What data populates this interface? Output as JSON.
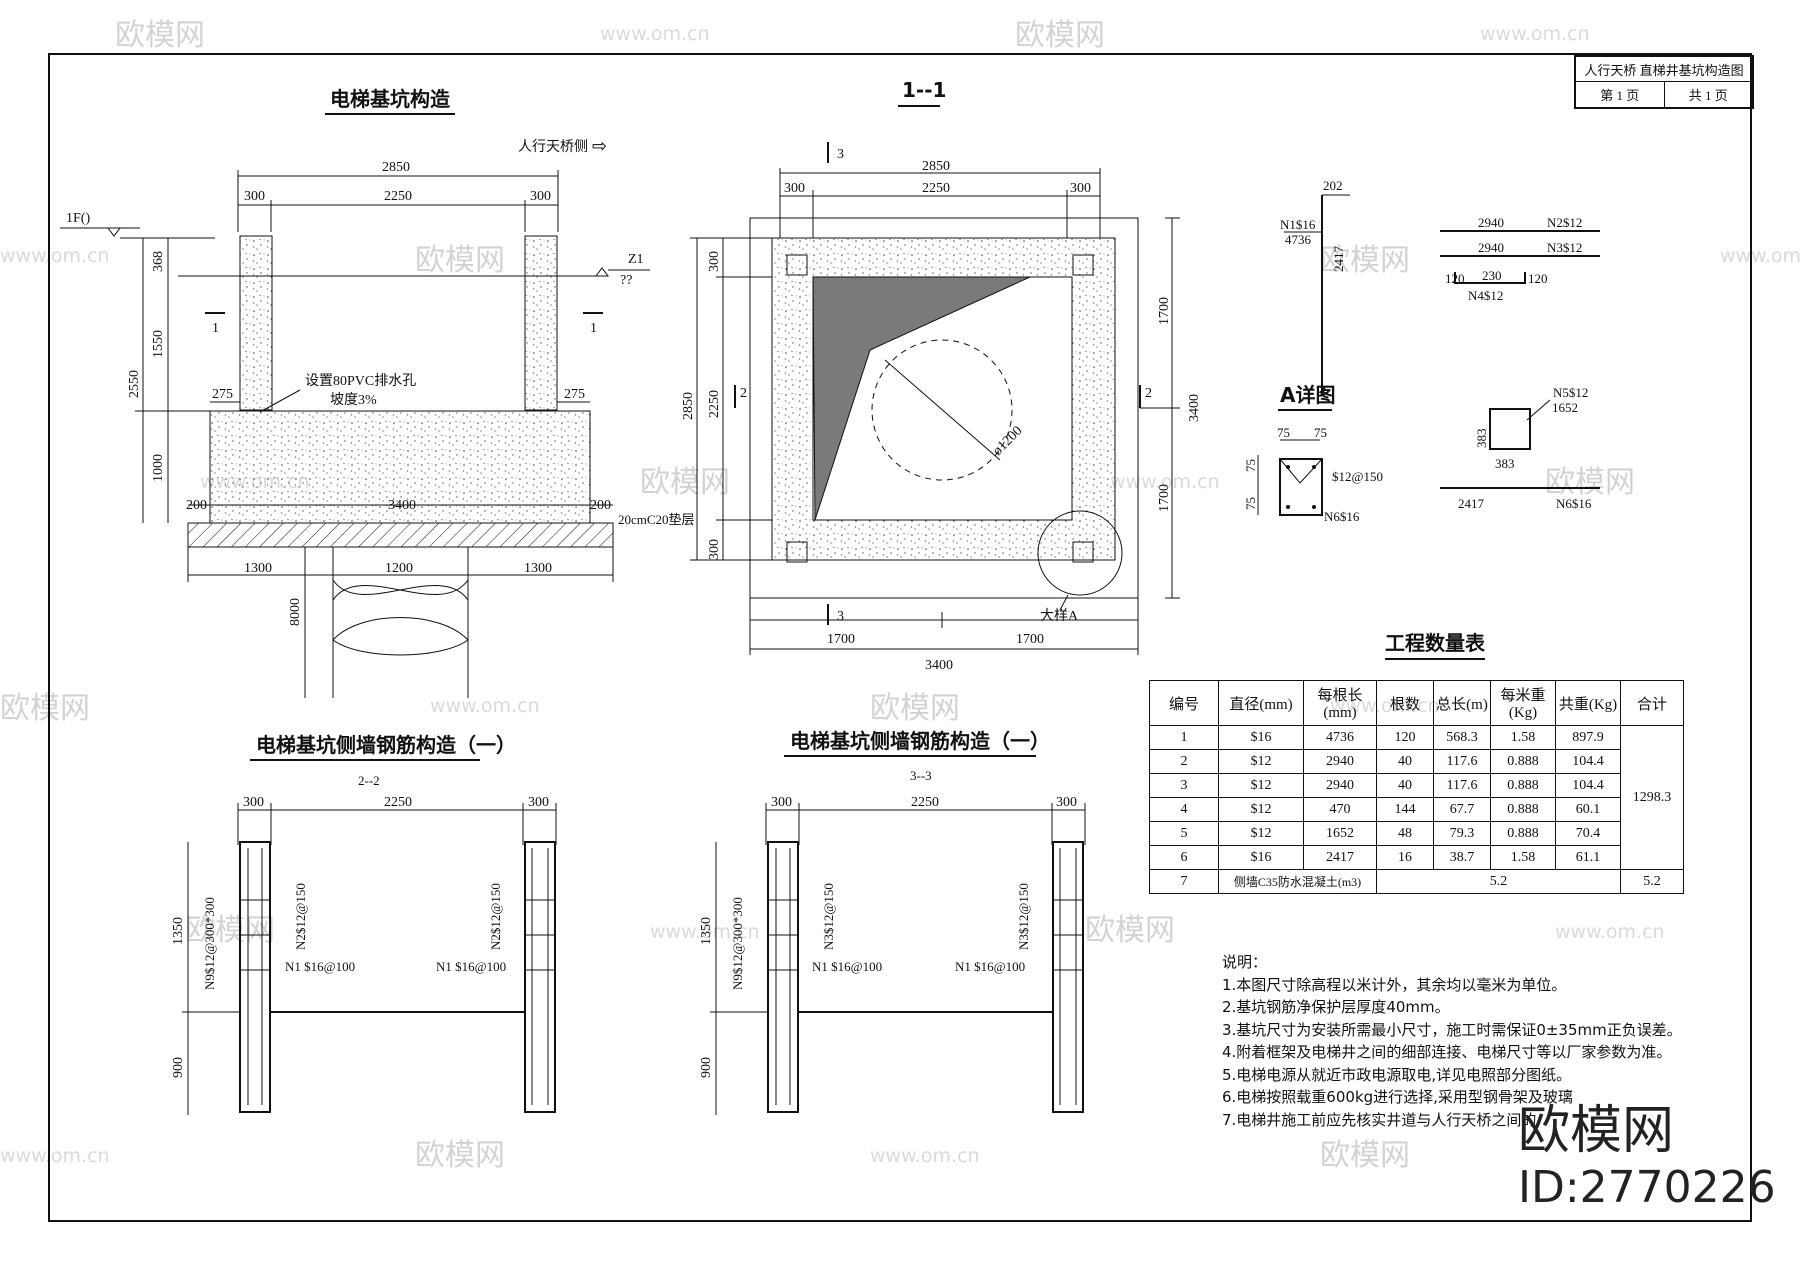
{
  "title_block": {
    "drawing_name": "人行天桥 直梯井基坑构造图",
    "page": "第 1 页",
    "total": "共 1 页"
  },
  "views": {
    "pit_title": "电梯基坑构造",
    "section_title": "1--1",
    "wall_title_left": "电梯基坑侧墙钢筋构造（一）",
    "wall_title_right": "电梯基坑侧墙钢筋构造（一）",
    "sub_left": "2--2",
    "sub_right": "3--3",
    "detail_title": "A详图",
    "bridge_side": "人行天桥侧",
    "big_sample": "大样A"
  },
  "elevation": {
    "dims_top": [
      "2850",
      "300",
      "2250",
      "300"
    ],
    "left_dims": [
      "368",
      "1550",
      "2550",
      "1000"
    ],
    "level_1f": "1F()",
    "level_z1": "Z1",
    "level_q": "??",
    "drain_note": "设置80PVC排水孔",
    "slope": "坡度3%",
    "side_275a": "275",
    "side_275b": "275",
    "base_200a": "200",
    "base_3400": "3400",
    "base_200b": "200",
    "cushion": "20cmC20垫层",
    "bottom_dims": [
      "1300",
      "1200",
      "1300"
    ],
    "pile_8000": "8000",
    "cut_1": "1"
  },
  "plan": {
    "top_dims": [
      "2850",
      "300",
      "2250",
      "300"
    ],
    "left_dims": [
      "300",
      "2850",
      "2250",
      "300"
    ],
    "right_dims": [
      "1700",
      "3400",
      "1700"
    ],
    "bottom_dims": [
      "1700",
      "1700",
      "3400"
    ],
    "diameter": "ø1200",
    "cut_2": "2",
    "cut_3": "3"
  },
  "rebars": {
    "n1_label": "N1$16",
    "n1_len": "4736",
    "n1_top": "202",
    "n1_side": "2417",
    "n2_label": "N2$12",
    "n2_len": "2940",
    "n3_label": "N3$12",
    "n3_len": "2940",
    "n4_label": "N4$12",
    "n4_dims": [
      "120",
      "230",
      "120"
    ],
    "n5_label": "N5$12",
    "n5_len": "1652",
    "n5_side": "383",
    "n5_bottom": "383",
    "n6_label": "N6$16",
    "n6_len": "2417"
  },
  "detail_a": {
    "dims": [
      "75",
      "75",
      "75",
      "75"
    ],
    "bar": "$12@150",
    "n6": "N6$16"
  },
  "wall_left": {
    "dims": [
      "300",
      "2250",
      "300"
    ],
    "h1": "1350",
    "h2": "900",
    "n9": "N9$12@300*300",
    "n2": "N2$12@150",
    "n1a": "N1 $16@100",
    "n1b": "N1 $16@100"
  },
  "wall_right": {
    "dims": [
      "300",
      "2250",
      "300"
    ],
    "h1": "1350",
    "h2": "900",
    "n9": "N9$12@300*300",
    "n3a": "N3$12@150",
    "n3b": "N3$12@150",
    "n1a": "N1 $16@100",
    "n1b": "N1 $16@100"
  },
  "quantity": {
    "title": "工程数量表",
    "headers": [
      "编号",
      "直径(mm)",
      "每根长(mm)",
      "根数",
      "总长(m)",
      "每米重(Kg)",
      "共重(Kg)",
      "合计"
    ],
    "rows": [
      [
        "1",
        "$16",
        "4736",
        "120",
        "568.3",
        "1.58",
        "897.9"
      ],
      [
        "2",
        "$12",
        "2940",
        "40",
        "117.6",
        "0.888",
        "104.4"
      ],
      [
        "3",
        "$12",
        "2940",
        "40",
        "117.6",
        "0.888",
        "104.4"
      ],
      [
        "4",
        "$12",
        "470",
        "144",
        "67.7",
        "0.888",
        "60.1"
      ],
      [
        "5",
        "$12",
        "1652",
        "48",
        "79.3",
        "0.888",
        "70.4"
      ],
      [
        "6",
        "$16",
        "2417",
        "16",
        "38.7",
        "1.58",
        "61.1"
      ]
    ],
    "total": "1298.3",
    "row7": {
      "no": "7",
      "name": "侧墙C35防水混凝土(m3)",
      "value": "5.2",
      "total": "5.2"
    }
  },
  "notes": {
    "heading": "说明：",
    "items": [
      "1.本图尺寸除高程以米计外，其余均以毫米为单位。",
      "2.基坑钢筋净保护层厚度40mm。",
      "3.基坑尺寸为安装所需最小尺寸，施工时需保证0±35mm正负误差。",
      "4.附着框架及电梯井之间的细部连接、电梯尺寸等以厂家参数为准。",
      "5.电梯电源从就近市政电源取电,详见电照部分图纸。",
      "6.电梯按照载重600kg进行选择,采用型钢骨架及玻璃",
      "7.电梯井施工前应先核实井道与人行天桥之间的"
    ]
  },
  "watermark": {
    "brand": "欧模网",
    "url": "www.om.cn",
    "id": "ID:2770226"
  }
}
